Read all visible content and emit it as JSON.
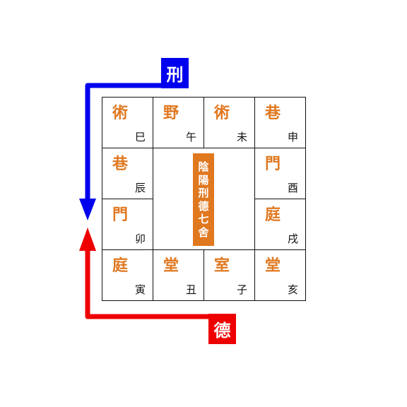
{
  "colors": {
    "grid_text": "#e07820",
    "branch_text": "#111111",
    "xing": "#0000ee",
    "de": "#ee0000",
    "center_bg": "#e07820"
  },
  "badges": {
    "xing": "刑",
    "de": "德"
  },
  "center": {
    "chars": [
      "陰",
      "陽",
      "刑",
      "德",
      "七",
      "舍"
    ]
  },
  "cells": {
    "si": {
      "top": "術",
      "branch": "巳"
    },
    "wu": {
      "top": "野",
      "branch": "午"
    },
    "wei": {
      "top": "術",
      "branch": "未"
    },
    "shen": {
      "top": "巷",
      "branch": "申"
    },
    "chen": {
      "top": "巷",
      "branch": "辰"
    },
    "you": {
      "top": "門",
      "branch": "酉"
    },
    "mao": {
      "top": "門",
      "branch": "卯"
    },
    "xu": {
      "top": "庭",
      "branch": "戌"
    },
    "yin": {
      "top": "庭",
      "branch": "寅"
    },
    "chou": {
      "top": "堂",
      "branch": "丑"
    },
    "zi": {
      "top": "室",
      "branch": "子"
    },
    "hai": {
      "top": "堂",
      "branch": "亥"
    }
  }
}
